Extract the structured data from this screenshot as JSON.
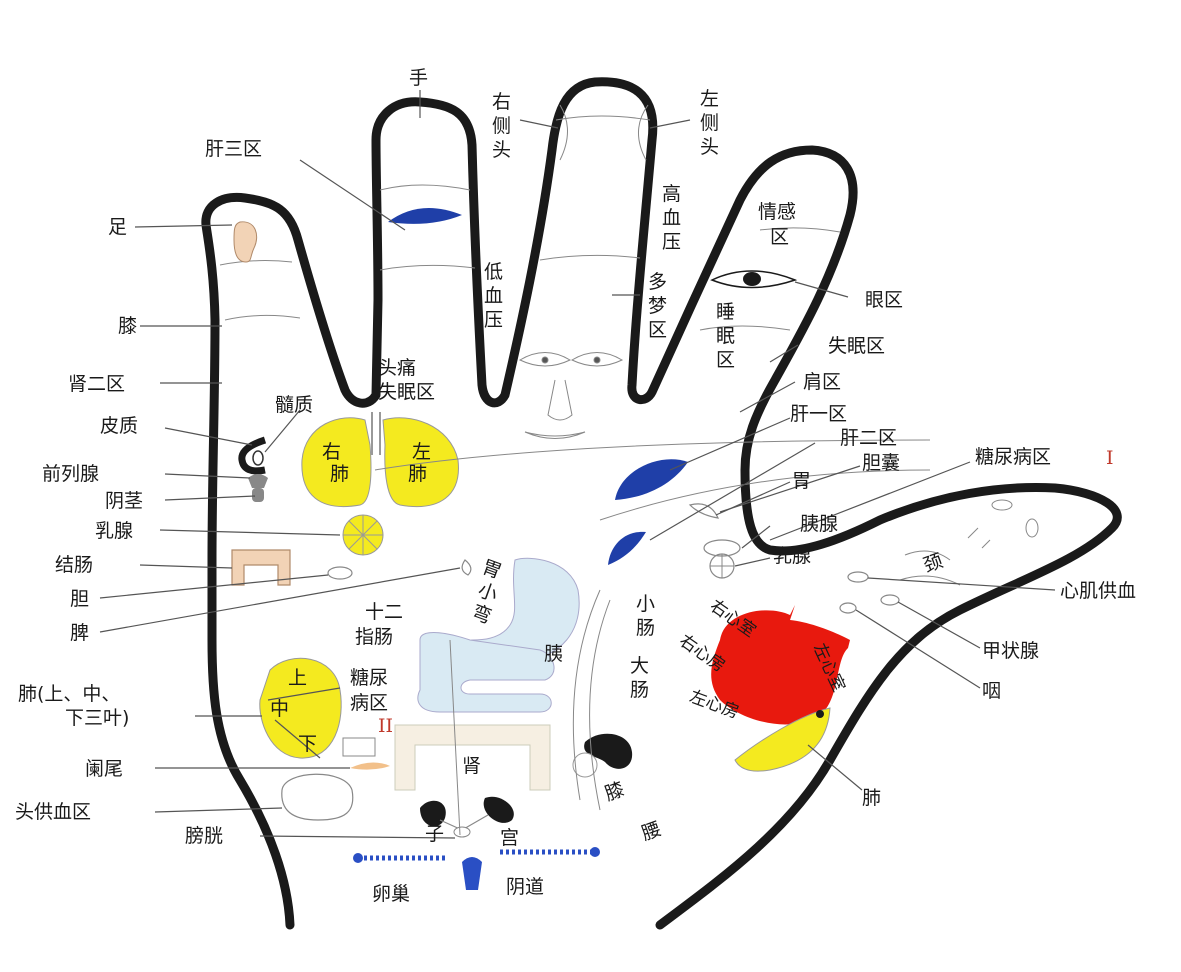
{
  "colors": {
    "outline": "#1a1a1a",
    "liver": "#1f3fa8",
    "lung": "#f4ea1f",
    "heart": "#e8190e",
    "skin": "#f2d3b6",
    "stomach": "#d9eaf3",
    "roman_numeral": "#c0392b",
    "ovary": "#2a4fc4"
  },
  "labels": {
    "shou": "手",
    "ganerqu_top": "肝三区",
    "zu": "足",
    "xi": "膝",
    "shenerqu": "肾二区",
    "pizhi": "皮质",
    "suizhi": "髓质",
    "qianliexian": "前列腺",
    "yinjing": "阴茎",
    "ruxian_left": "乳腺",
    "jiechang": "结肠",
    "dan": "胆",
    "pi": "脾",
    "fei_group_1": "肺(上、中、",
    "fei_group_2": "下三叶)",
    "lanwei": "阑尾",
    "tougongxuequ": "头供血区",
    "pangguang": "膀胱",
    "youcetou_1": "右",
    "youcetou_2": "侧",
    "youcetou_3": "头",
    "zuocetou_1": "左",
    "zuocetou_2": "侧",
    "zuocetou_3": "头",
    "gaoxueya_1": "高",
    "gaoxueya_2": "血",
    "gaoxueya_3": "压",
    "dixueya_1": "低",
    "dixueya_2": "血",
    "dixueya_3": "压",
    "duomengqu_1": "多",
    "duomengqu_2": "梦",
    "duomengqu_3": "区",
    "qingganqu_1": "情感",
    "qingganqu_2": "区",
    "shuimianqu_1": "睡",
    "shuimianqu_2": "眠",
    "shuimianqu_3": "区",
    "yanqu": "眼区",
    "shimianqu": "失眠区",
    "toutong_1": "头痛",
    "toutong_2": "失眠区",
    "jianqu": "肩区",
    "ganyiqu": "肝一区",
    "ganerqu": "肝二区",
    "dannang": "胆囊",
    "tangniaobing_1": "糖尿病区",
    "tangniaobing_1_num": "I",
    "wei": "胃",
    "yixian_right": "胰腺",
    "ruxian_right": "乳腺",
    "jing": "颈",
    "xinjigongxue": "心肌供血",
    "jiazhuangxian": "甲状腺",
    "yan": "咽",
    "fei_right": "肺",
    "youfei_1": "右",
    "youfei_2": "肺",
    "zuofei_1": "左",
    "zuofei_2": "肺",
    "shier_1": "十二",
    "shier_2": "指肠",
    "weixiaowan_1": "胃",
    "weixiaowan_2": "小",
    "weixiaowan_3": "弯",
    "yi_center": "胰",
    "xiaochang_1": "小",
    "xiaochang_2": "肠",
    "dachang_1": "大",
    "dachang_2": "肠",
    "tangniao2_1": "糖尿",
    "tangniao2_2": "病区",
    "tangniao2_num": "II",
    "shen": "肾",
    "zi": "子",
    "gong": "宫",
    "luanchao": "卵巢",
    "yindao": "阴道",
    "xi_yao_1": "膝",
    "xi_yao_2": "腰",
    "shang": "上",
    "zhong": "中",
    "xia": "下",
    "youxinshi": "右心室",
    "youxinfang": "右心房",
    "zuoxinshi": "左心室",
    "zuoxinfang": "左心房"
  }
}
